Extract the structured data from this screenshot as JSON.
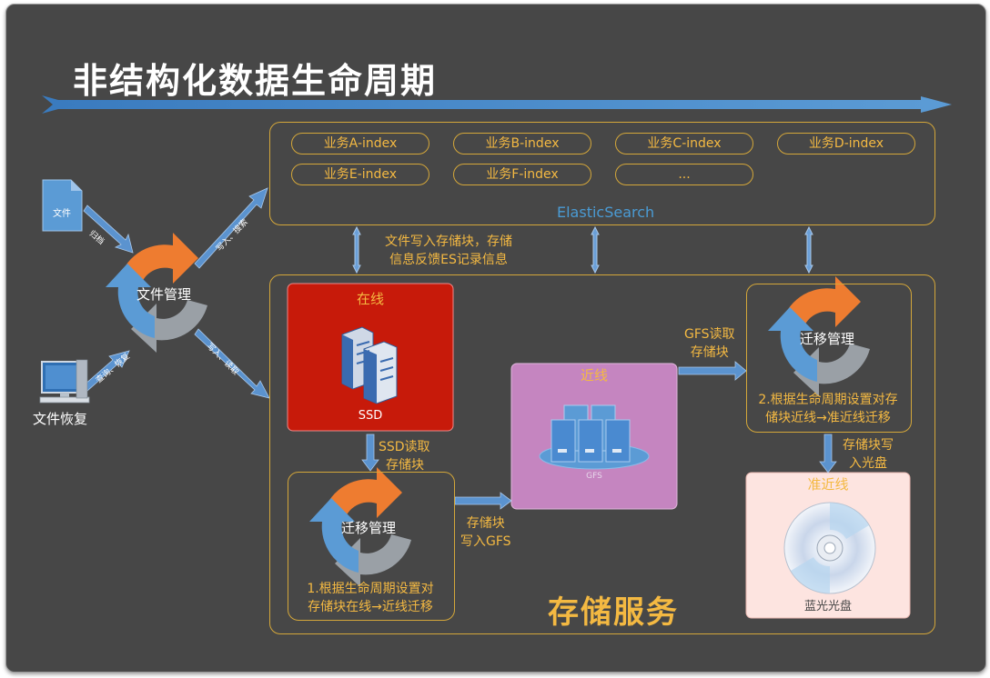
{
  "title": "非结构化数据生命周期",
  "es": {
    "label": "ElasticSearch",
    "indexes": [
      "业务A-index",
      "业务B-index",
      "业务C-index",
      "业务D-index",
      "业务E-index",
      "业务F-index",
      "..."
    ]
  },
  "left": {
    "file_doc_label": "文件",
    "file_mgmt_label": "文件管理",
    "file_recover_label": "文件恢复",
    "arrow_archive": "归档",
    "arrow_query_recover": "查询、恢复",
    "arrow_write_search": "写入、搜索",
    "arrow_write_read": "写入、读取"
  },
  "es_note": {
    "line1": "文件写入存储块，存储",
    "line2": "信息反馈ES记录信息"
  },
  "storage": {
    "label": "存储服务",
    "online": {
      "title": "在线",
      "device": "SSD"
    },
    "ssd_read": {
      "line1": "SSD读取",
      "line2": "存储块"
    },
    "migrate1": {
      "title": "迁移管理",
      "line1": "1.根据生命周期设置对",
      "line2": "存储块在线→近线迁移"
    },
    "write_gfs": {
      "line1": "存储块",
      "line2": "写入GFS"
    },
    "nearline": {
      "title": "近线",
      "device": "GFS"
    },
    "gfs_read": {
      "line1": "GFS读取",
      "line2": "存储块"
    },
    "migrate2": {
      "title": "迁移管理",
      "line1": "2.根据生命周期设置对存",
      "line2": "储块近线→准近线迁移"
    },
    "write_disc": {
      "line1": "存储块写",
      "line2": "入光盘"
    },
    "quasi": {
      "title": "准近线",
      "device": "蓝光光盘"
    }
  },
  "colors": {
    "background": "#474747",
    "gold": "#d4a73a",
    "gold_text": "#f4b942",
    "blue_arrow": "#4a86c5",
    "online_red": "#c71a0a",
    "nearline_purple": "#c585c0",
    "quasi_pink": "#fde4e0"
  }
}
